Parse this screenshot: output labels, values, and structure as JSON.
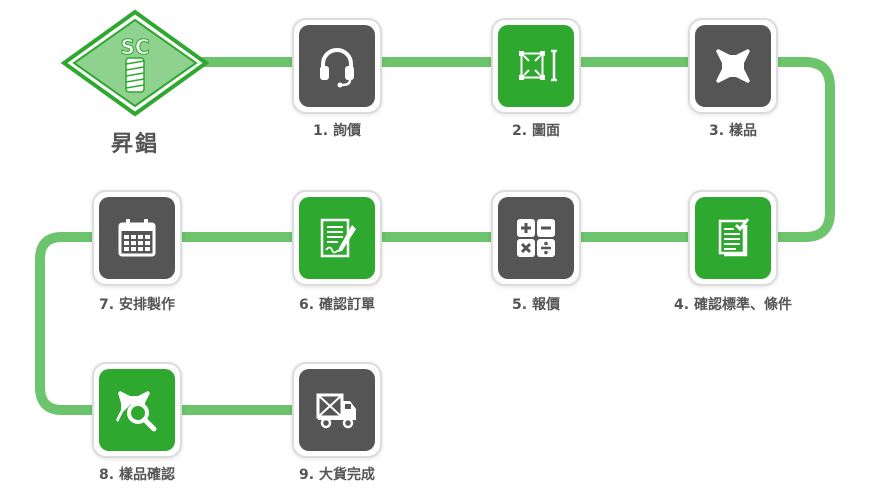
{
  "logo": {
    "badge_text": "SC",
    "company_name": "昇錩"
  },
  "steps": [
    {
      "label": "1. 詢價",
      "icon": "headset-icon"
    },
    {
      "label": "2. 圖面",
      "icon": "drawing-frame-icon"
    },
    {
      "label": "3. 樣品",
      "icon": "sample-part-icon"
    },
    {
      "label": "4. 確認標準、條件",
      "icon": "checklist-document-icon"
    },
    {
      "label": "5. 報價",
      "icon": "calculator-icon"
    },
    {
      "label": "6. 確認訂單",
      "icon": "signed-contract-icon"
    },
    {
      "label": "7. 安排製作",
      "icon": "calendar-icon"
    },
    {
      "label": "8. 樣品確認",
      "icon": "sample-inspection-icon"
    },
    {
      "label": "9. 大貨完成",
      "icon": "delivery-truck-icon"
    }
  ],
  "colors": {
    "connector": "#6cc46c",
    "tile_dark": "#555555",
    "tile_green": "#2fa82f",
    "label": "#555555",
    "logo_green": "#2fa82f",
    "logo_light": "#8fd18f"
  }
}
